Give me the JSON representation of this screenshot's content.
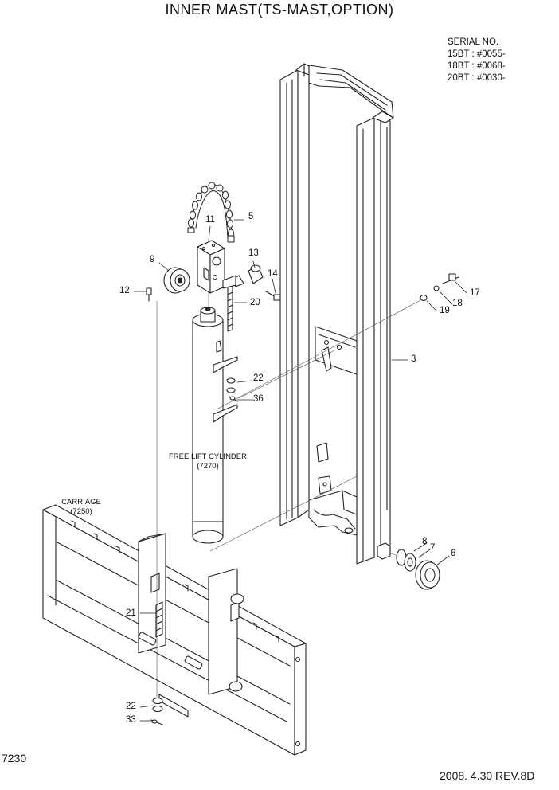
{
  "title": "INNER MAST(TS-MAST,OPTION)",
  "serial": {
    "heading": "SERIAL NO.",
    "lines": [
      "15BT : #0055-",
      "18BT : #0068-",
      "20BT : #0030-"
    ]
  },
  "callouts": {
    "c11": "11",
    "c5": "5",
    "c9": "9",
    "c13": "13",
    "c14": "14",
    "c12": "12",
    "c20": "20",
    "c17": "17",
    "c18": "18",
    "c19": "19",
    "c3": "3",
    "c22a": "22",
    "c36": "36",
    "c8": "8",
    "c7": "7",
    "c6": "6",
    "c21": "21",
    "c22b": "22",
    "c33": "33"
  },
  "notes": {
    "free_lift_line1": "FREE LIFT CYLINDER",
    "free_lift_line2": "(7270)",
    "carriage_line1": "CARRIAGE",
    "carriage_line2": "(7250)"
  },
  "footer": {
    "page_code": "7230",
    "revision": "2008. 4.30  REV.8D"
  }
}
